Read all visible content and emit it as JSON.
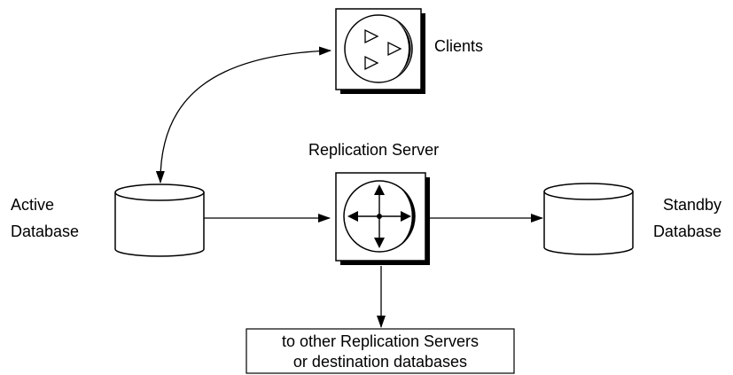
{
  "nodes": {
    "clients": {
      "label": "Clients",
      "icon": "clients-icon"
    },
    "replication_server": {
      "label": "Replication Server",
      "icon": "replication-server-icon"
    },
    "active_database": {
      "label_line1": "Active",
      "label_line2": "Database",
      "icon": "database-cylinder-icon"
    },
    "standby_database": {
      "label_line1": "Standby",
      "label_line2": "Database",
      "icon": "database-cylinder-icon"
    },
    "other_destinations": {
      "label_line1": "to other Replication Servers",
      "label_line2": "or destination databases"
    }
  },
  "edges": [
    {
      "from": "clients",
      "to": "active_database",
      "direction": "both"
    },
    {
      "from": "active_database",
      "to": "replication_server",
      "direction": "forward"
    },
    {
      "from": "replication_server",
      "to": "standby_database",
      "direction": "forward"
    },
    {
      "from": "replication_server",
      "to": "other_destinations",
      "direction": "forward"
    }
  ]
}
